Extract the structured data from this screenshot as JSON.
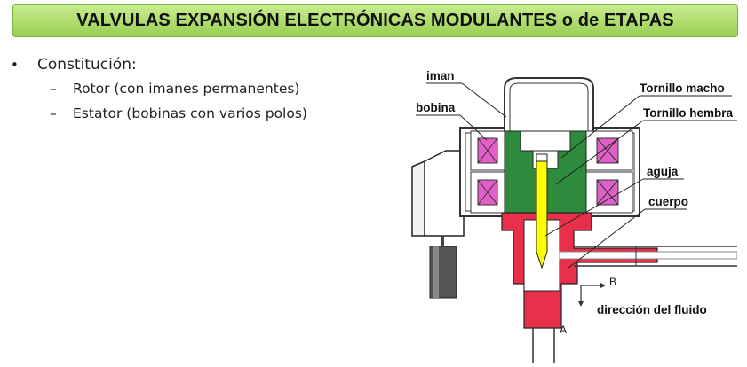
{
  "title": "VALVULAS EXPANSIÓN ELECTRÓNICAS MODULANTES o de ETAPAS",
  "bullets": {
    "main": "Constitución:",
    "sub": [
      "Rotor (con imanes permanentes)",
      "Estator (bobinas con varios polos)"
    ]
  },
  "diagram": {
    "labels": {
      "iman": "iman",
      "bobina": "bobina",
      "tornillo_macho": "Tornillo macho",
      "tornillo_hembra": "Tornillo hembra",
      "aguja": "aguja",
      "cuerpo": "cuerpo",
      "direccion": "dirección del fluido",
      "a": "A",
      "b": "B"
    },
    "colors": {
      "rotor": "#2e8b3e",
      "coil": "#e060c8",
      "body": "#e8304a",
      "needle": "#ffff00"
    }
  }
}
